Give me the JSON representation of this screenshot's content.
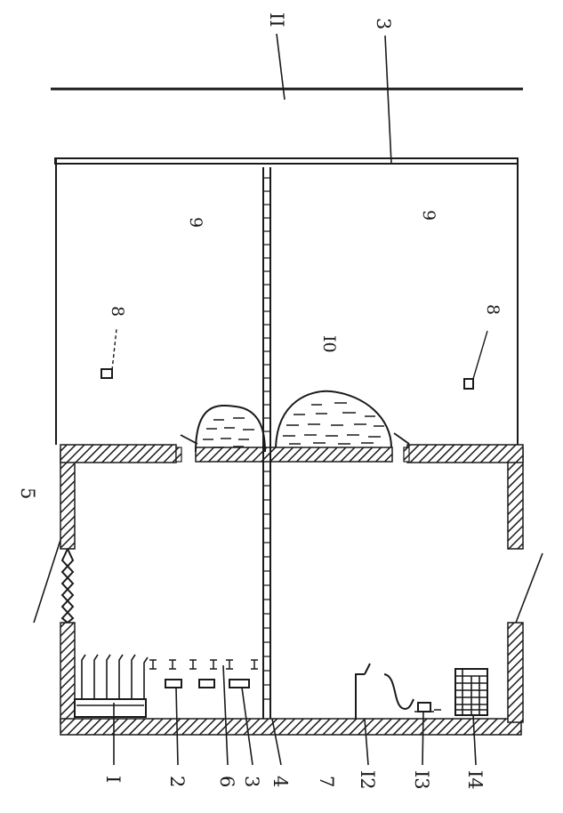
{
  "labels": {
    "l1": "I",
    "l2": "2",
    "l6": "6",
    "l3b": "3",
    "l4": "4",
    "l7": "7",
    "l12": "I2",
    "l13": "I3",
    "l14": "I4",
    "l5": "5",
    "l11": "II",
    "l3t": "3",
    "l9a": "9",
    "l9b": "9",
    "l8a": "8",
    "l8b": "8",
    "l10": "I0"
  }
}
